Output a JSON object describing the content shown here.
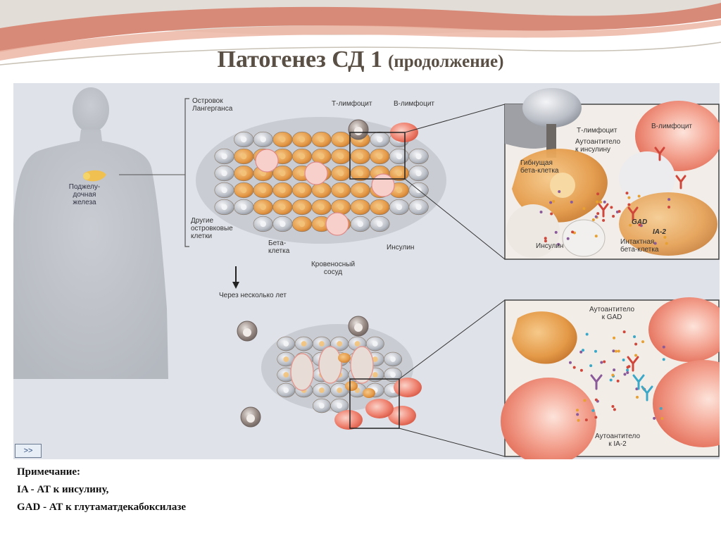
{
  "slide": {
    "title_main": "Патогенез СД 1",
    "title_sub": "(продолжение)"
  },
  "figure": {
    "labels": {
      "pancreas": "Поджелу-\nдочная\nжелеза",
      "islet": "Островок\nЛангерганса",
      "t_lymphocyte": "Т-лимфоцит",
      "b_lymphocyte": "В-лимфоцит",
      "other_cells": "Другие\nостровковые\nклетки",
      "beta_cell": "Бета-\nклетка",
      "blood_vessel": "Кровеносный\nсосуд",
      "insulin": "Инсулин",
      "years_later": "Через несколько лет",
      "zoom_t_lymphocyte": "Т-лимфоцит",
      "zoom_b_lymphocyte": "В-лимфоцит",
      "zoom_autoantibody_insulin": "Аутоантитело\nк инсулину",
      "zoom_dying_beta": "Гибнущая\nбета-клетка",
      "zoom_gad": "GAD",
      "zoom_ia2": "IA-2",
      "zoom_insulin": "Инсулин",
      "zoom_intact_beta": "Интактная\nбета-клетка",
      "zoom_autoantibody_gad": "Аутоантитело\nк GAD",
      "zoom_autoantibody_ia2": "Аутоантитело\nк IA-2"
    },
    "nav_label": ">>"
  },
  "notes": {
    "heading": "Примечание:",
    "line1": "IA - АТ к инсулину,",
    "line2": "GAD - АТ к глутаматдекабоксилазе"
  },
  "colors": {
    "title": "#5a4f44",
    "figure_bg": "#dfe2e8",
    "beta_cell": "#e8a050",
    "other_cell": "#b8bcc4",
    "b_lymphocyte": "#e0604c",
    "t_lymphocyte": "#8a7a74"
  }
}
